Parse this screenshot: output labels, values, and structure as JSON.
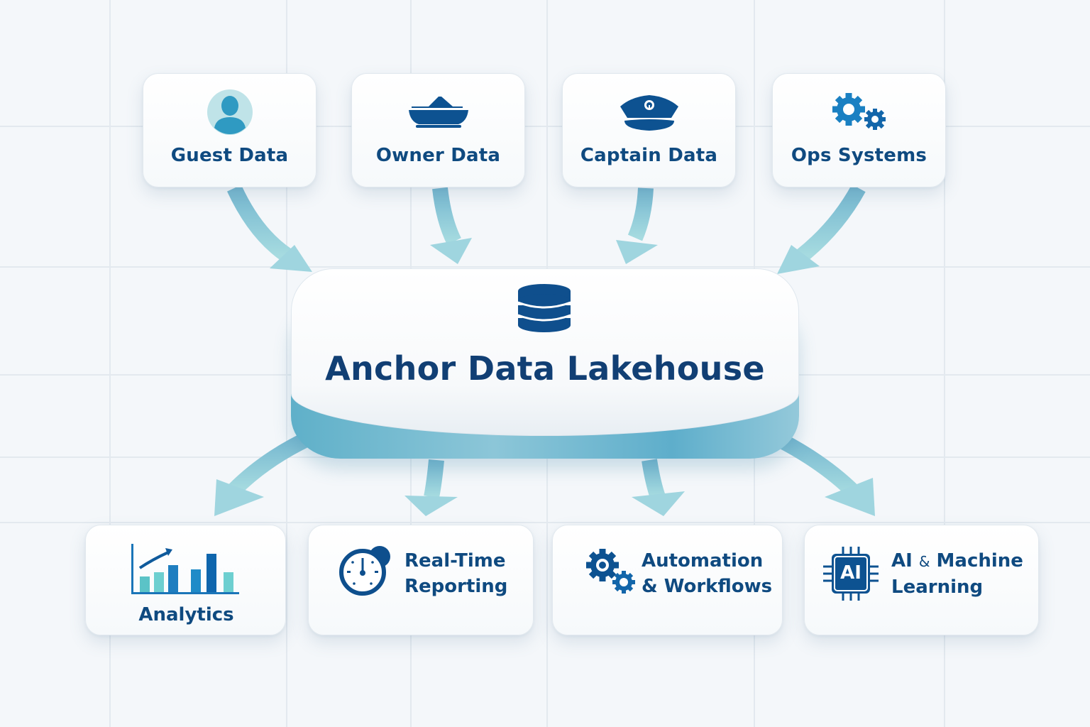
{
  "diagram": {
    "hub": {
      "title": "Anchor Data Lakehouse",
      "icon": "database-icon"
    },
    "sources": [
      {
        "label": "Guest Data",
        "icon": "user-avatar-icon"
      },
      {
        "label": "Owner Data",
        "icon": "yacht-icon"
      },
      {
        "label": "Captain Data",
        "icon": "captain-hat-icon"
      },
      {
        "label": "Ops Systems",
        "icon": "gears-icon"
      }
    ],
    "outputs": [
      {
        "label": "Analytics",
        "icon": "bar-chart-icon"
      },
      {
        "label_line1": "Real-Time",
        "label_line2": "Reporting",
        "icon": "stopwatch-icon"
      },
      {
        "label_line1": "Automation",
        "label_line2": "& Workflows",
        "icon": "gears-icon"
      },
      {
        "label_line1": "AI",
        "label_amp": "&",
        "label_rest": "Machine",
        "label_line2": "Learning",
        "icon_text": "AI",
        "icon": "ai-chip-icon"
      }
    ]
  },
  "colors": {
    "text_primary": "#0f4a80",
    "icon_dark": "#0d5291",
    "icon_mid": "#1f7ec0",
    "icon_teal": "#6ccfd0",
    "arrow": "#8ccbd8",
    "background": "#f4f7fa"
  }
}
